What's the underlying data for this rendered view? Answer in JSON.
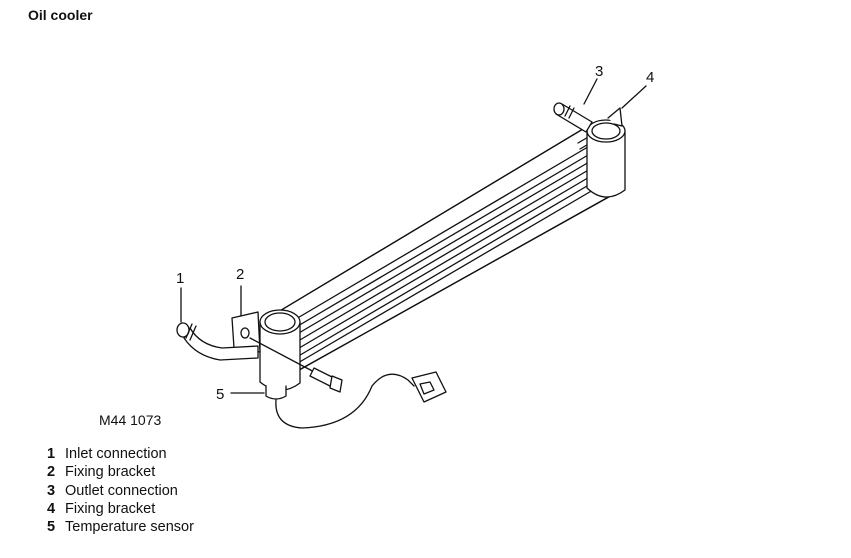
{
  "title": "Oil cooler",
  "figure_ref": "M44 1073",
  "callouts": [
    "1",
    "2",
    "3",
    "4",
    "5"
  ],
  "legend": [
    {
      "num": "1",
      "label": "Inlet connection"
    },
    {
      "num": "2",
      "label": "Fixing bracket"
    },
    {
      "num": "3",
      "label": "Outlet connection"
    },
    {
      "num": "4",
      "label": "Fixing bracket"
    },
    {
      "num": "5",
      "label": "Temperature sensor"
    }
  ]
}
